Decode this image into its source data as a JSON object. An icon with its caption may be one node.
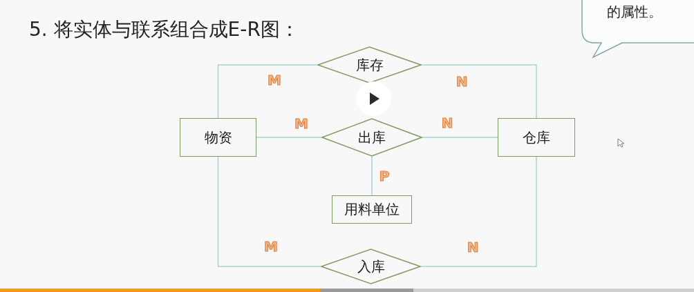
{
  "diagram": {
    "title": "5. 将实体与联系组合成E-R图：",
    "nodes": [
      {
        "text": [
          "库存"
        ]
      },
      {
        "text": [
          "物资"
        ]
      },
      {
        "text": [
          "出库"
        ]
      },
      {
        "text": [
          "仓库"
        ]
      },
      {
        "text": [
          "用料单位"
        ]
      },
      {
        "text": [
          "入库"
        ]
      },
      {
        "text": [
          "的属性。"
        ]
      }
    ],
    "edges": [
      {
        "from": 1,
        "to": 0,
        "arrow": "none",
        "label": "M"
      },
      {
        "from": 0,
        "to": 3,
        "arrow": "none",
        "label": "N"
      },
      {
        "from": 1,
        "to": 2,
        "arrow": "none",
        "label": "M"
      },
      {
        "from": 2,
        "to": 3,
        "arrow": "none",
        "label": "N"
      },
      {
        "from": 2,
        "to": 4,
        "arrow": "none",
        "label": "P"
      },
      {
        "from": 1,
        "to": 5,
        "arrow": "none",
        "label": "M"
      },
      {
        "from": 5,
        "to": 3,
        "arrow": "none",
        "label": "N"
      }
    ]
  }
}
